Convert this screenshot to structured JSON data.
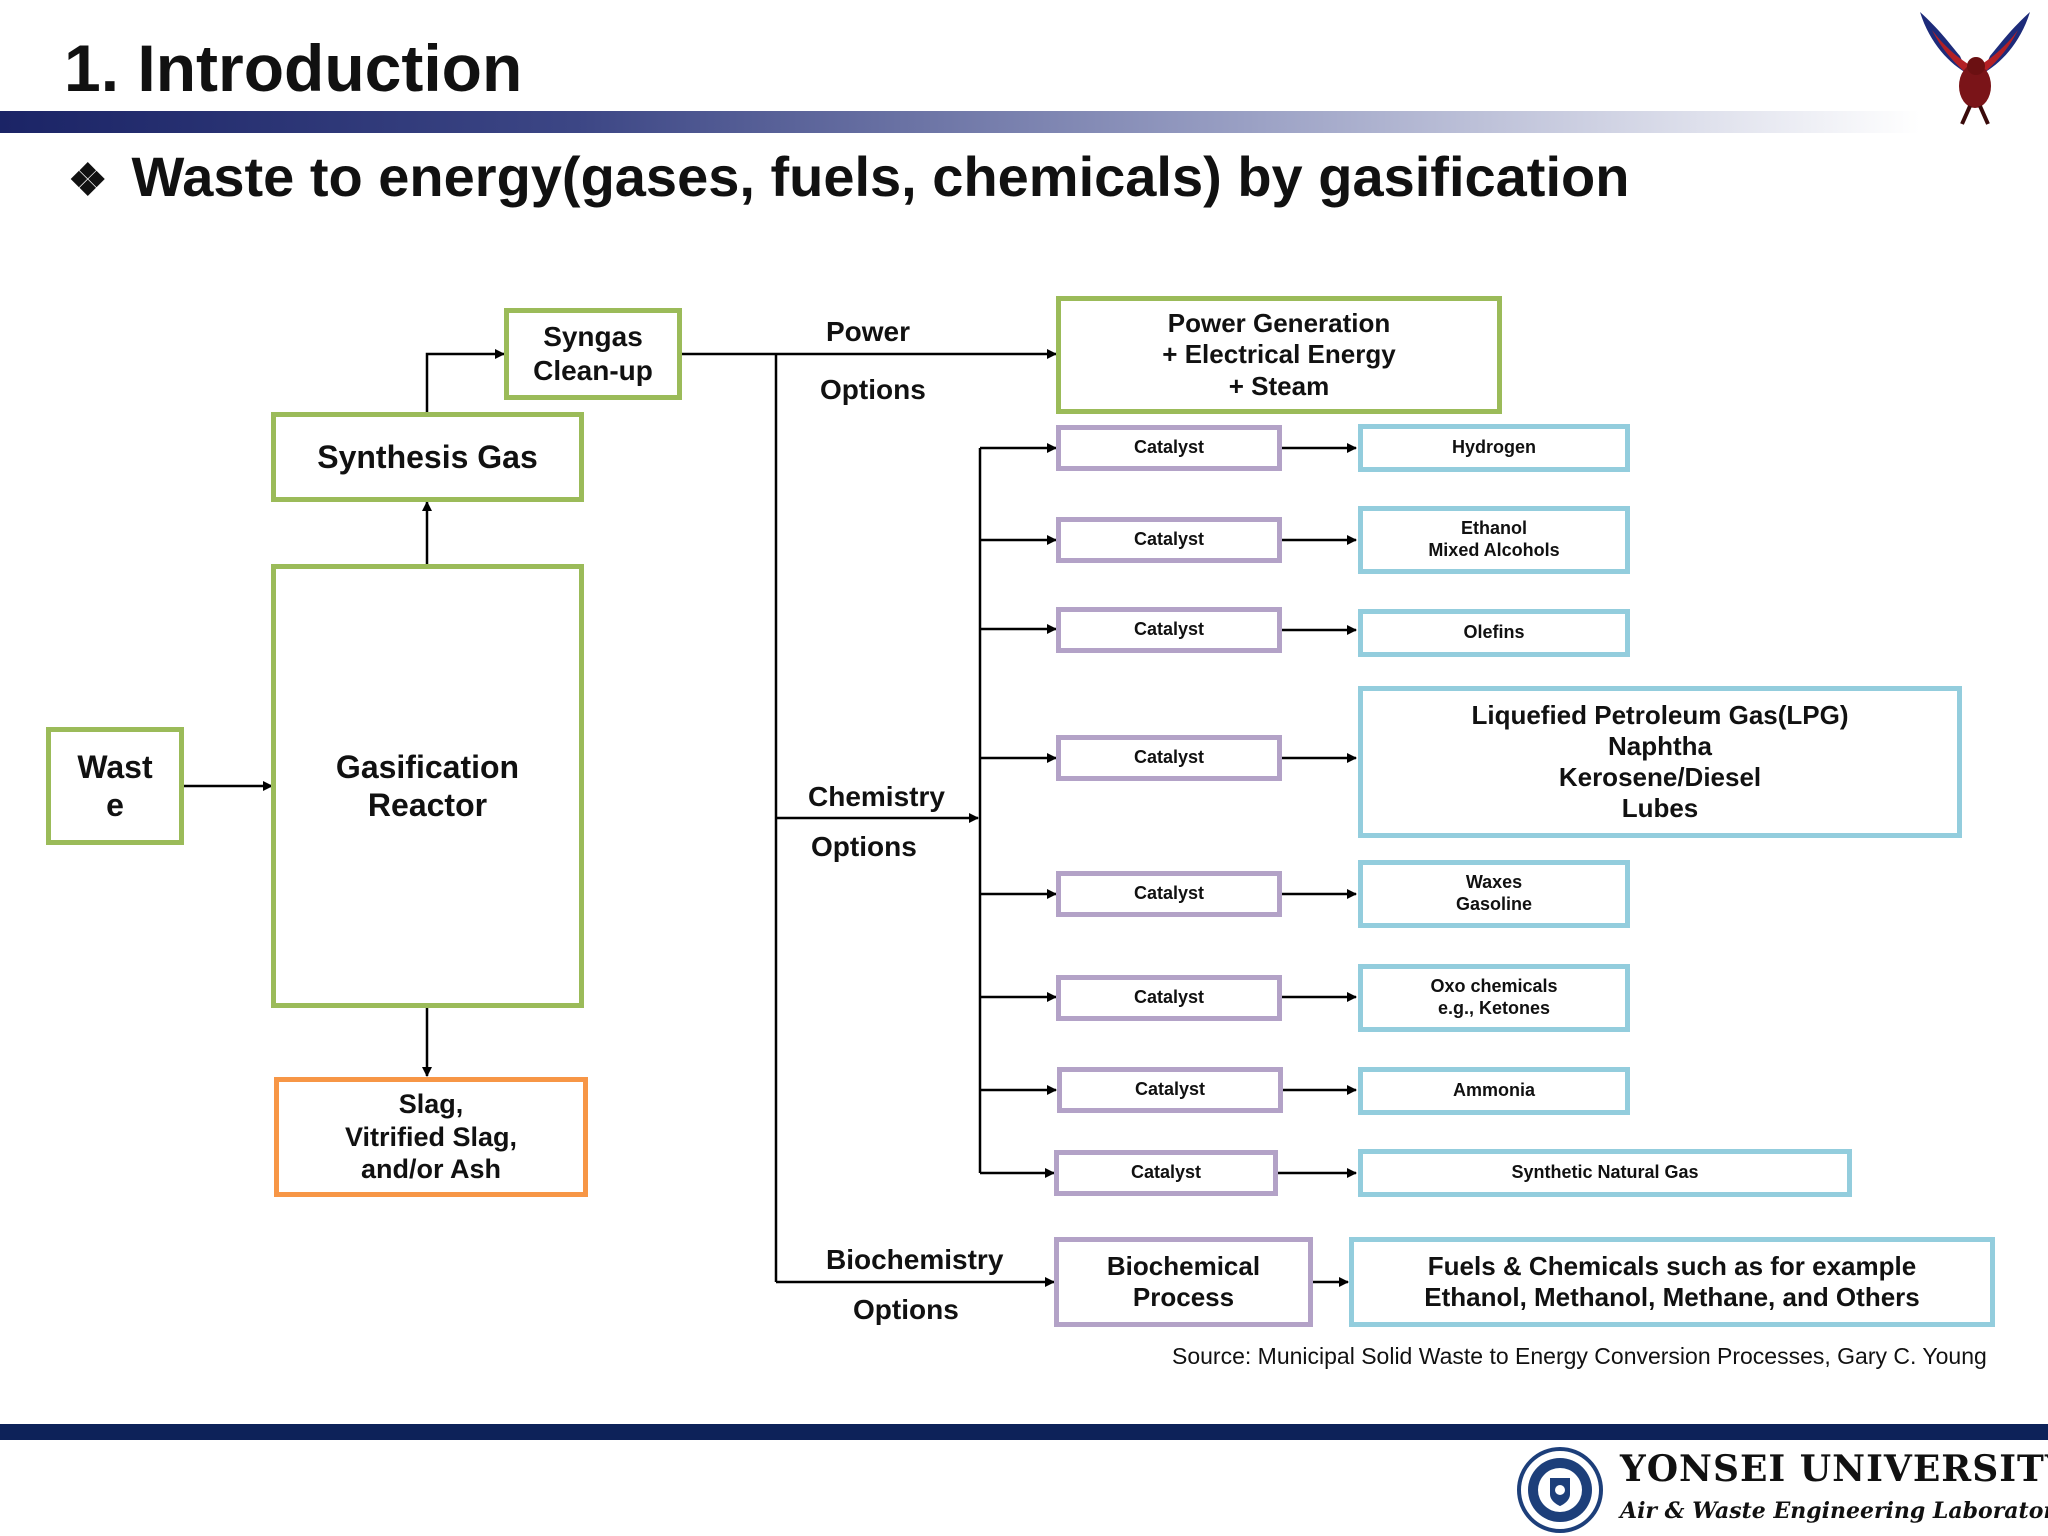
{
  "header": {
    "title": "1. Introduction",
    "subtitle_bullet": "❖",
    "subtitle": "Waste to energy(gases, fuels, chemicals) by gasification"
  },
  "diagram": {
    "waste": "Wast\ne",
    "reactor": "Gasification\nReactor",
    "synthesis_gas": "Synthesis Gas",
    "syngas_cleanup": "Syngas\nClean-up",
    "slag": "Slag,\nVitrified Slag,\nand/or Ash",
    "power_label_1": "Power",
    "power_label_2": "Options",
    "power_generation": "Power Generation\n+ Electrical Energy\n+ Steam",
    "chemistry_label_1": "Chemistry",
    "chemistry_label_2": "Options",
    "biochemistry_label_1": "Biochemistry",
    "biochemistry_label_2": "Options",
    "biochemical_process": "Biochemical\nProcess",
    "bio_products": "Fuels & Chemicals such as for example\nEthanol, Methanol, Methane, and Others",
    "catalyst": "Catalyst",
    "products": [
      "Hydrogen",
      "Ethanol\nMixed Alcohols",
      "Olefins",
      "Liquefied Petroleum Gas(LPG)\nNaphtha\nKerosene/Diesel\nLubes",
      "Waxes\nGasoline",
      "Oxo chemicals\ne.g., Ketones",
      "Ammonia",
      "Synthetic Natural Gas"
    ]
  },
  "source": "Source: Municipal Solid Waste to Energy Conversion Processes, Gary C. Young",
  "footer": {
    "university": "YONSEI UNIVERSITY",
    "lab": "Air & Waste Engineering Laboratory"
  },
  "colors": {
    "green": "#9bbb59",
    "orange": "#f79646",
    "purple": "#b3a2c7",
    "blue": "#93cddd",
    "navy": "#0d2259"
  },
  "icons": [
    "eagle-logo-icon",
    "university-seal-icon"
  ]
}
